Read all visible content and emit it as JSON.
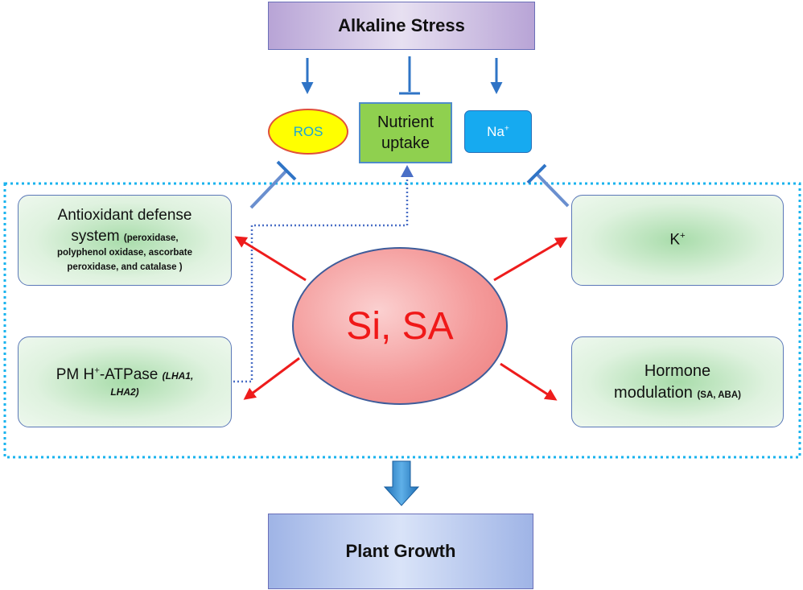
{
  "stress_label": "Alkaline Stress",
  "growth_label": "Plant Growth",
  "ros_label": "ROS",
  "nutrient_line1": "Nutrient",
  "nutrient_line2": "uptake",
  "na_label": "Na",
  "na_sup": "+",
  "antiox_line1": "Antioxidant defense",
  "antiox_line2": "system",
  "antiox_sub1": "(peroxidase,",
  "antiox_sub2": "polyphenol oxidase, ascorbate",
  "antiox_sub3": "peroxidase, and catalase )",
  "pmh_prefix": "PM H",
  "pmh_sup": "+",
  "pmh_suffix": "-ATPase",
  "pmh_italic1": "(LHA1,",
  "pmh_italic2": "LHA2)",
  "k_label": "K",
  "k_sup": "+",
  "hormone_line1": "Hormone",
  "hormone_line2": "modulation",
  "hormone_sub": "(SA, ABA)",
  "center_label": "Si, SA",
  "colors": {
    "red_arrow": "#ee1c1c",
    "blue_arrow": "#2f74c6",
    "inhibit_line": "#6a8fcf",
    "dotted_frame": "#19b3ee",
    "dotted_link": "#4a6fc6"
  }
}
